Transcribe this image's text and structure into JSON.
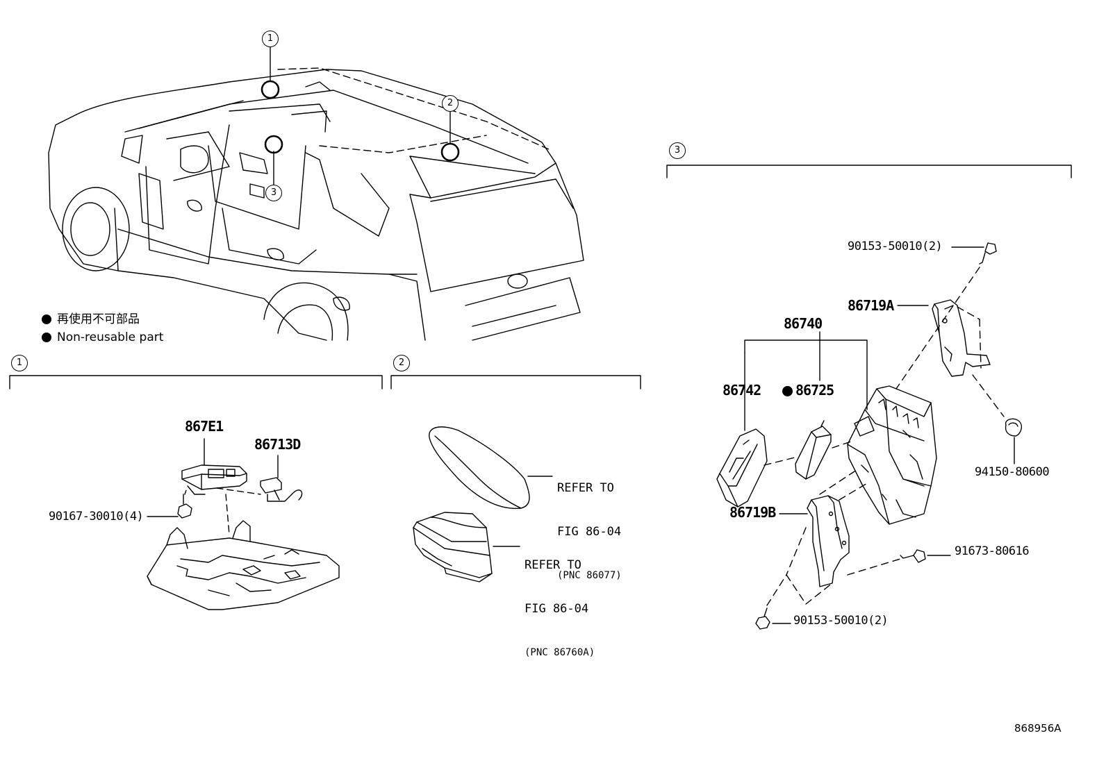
{
  "legend": {
    "line_jp": "再使用不可部品",
    "line_en": "Non-reusable part"
  },
  "callouts": [
    "1",
    "2",
    "3"
  ],
  "section1": {
    "parts": {
      "p867E1": "867E1",
      "p86713D": "86713D",
      "p90167": "90167-30010(4)"
    }
  },
  "section2": {
    "ref1": {
      "line1": "REFER TO",
      "line2": "FIG 86-04",
      "line3": "(PNC 86077)"
    },
    "ref2": {
      "line1": "REFER TO",
      "line2": "FIG 86-04",
      "line3": "(PNC 86760A)"
    }
  },
  "section3": {
    "parts": {
      "p90153_top": "90153-50010(2)",
      "p86719A": "86719A",
      "p86740": "86740",
      "p86742": "86742",
      "p86725": "86725",
      "p94150": "94150-80600",
      "p86719B": "86719B",
      "p91673": "91673-80616",
      "p90153_bot": "90153-50010(2)"
    }
  },
  "diagram_id": "868956A"
}
